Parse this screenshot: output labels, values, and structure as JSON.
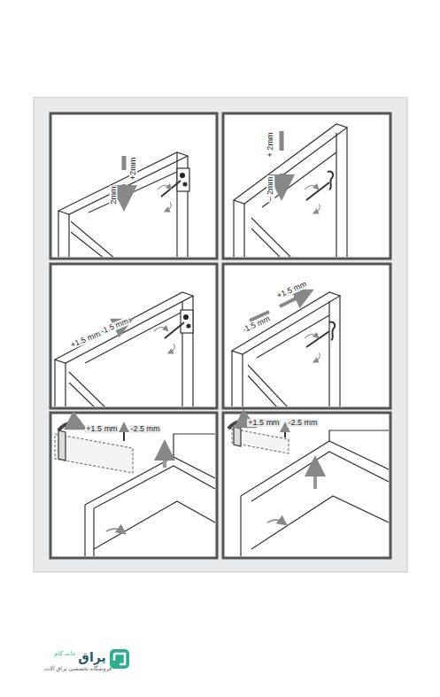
{
  "diagram": {
    "labels": [
      "+2mm",
      "2mm",
      "+ 2mm",
      "– 2mm",
      "+1.5 mm",
      "-1.5 mm",
      "-1.5 mm",
      "+1.5 mm",
      "+1.5 mm",
      "-2.5 mm",
      "+1.5 mm",
      "-2.5 mm",
      "یراق",
      "دات کام",
      "فروشگاه تخصصی یراق آلات"
    ]
  }
}
